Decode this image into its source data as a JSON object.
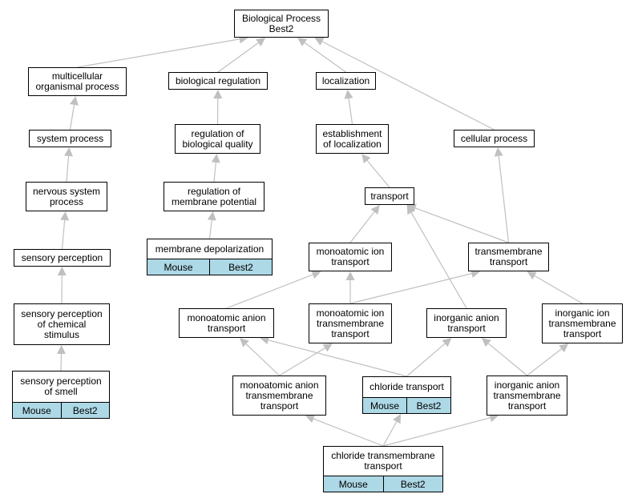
{
  "diagram": {
    "annotation_color": "#add8e6",
    "edge_color": "#c0c0c0",
    "nodes": [
      {
        "id": "root",
        "label": "Biological Process\nBest2"
      },
      {
        "id": "multicellular",
        "label": "multicellular\norganismal process"
      },
      {
        "id": "bioreg",
        "label": "biological regulation"
      },
      {
        "id": "localization",
        "label": "localization"
      },
      {
        "id": "system",
        "label": "system process"
      },
      {
        "id": "regbioqual",
        "label": "regulation of\nbiological quality"
      },
      {
        "id": "establoc",
        "label": "establishment\nof localization"
      },
      {
        "id": "cellular",
        "label": "cellular process"
      },
      {
        "id": "nervous",
        "label": "nervous system\nprocess"
      },
      {
        "id": "regmem",
        "label": "regulation of\nmembrane potential"
      },
      {
        "id": "transport",
        "label": "transport"
      },
      {
        "id": "memdepol",
        "label": "membrane depolarization",
        "annotations": [
          "Mouse",
          "Best2"
        ]
      },
      {
        "id": "sensory",
        "label": "sensory perception"
      },
      {
        "id": "monoion",
        "label": "monoatomic ion\ntransport"
      },
      {
        "id": "transmem",
        "label": "transmembrane\ntransport"
      },
      {
        "id": "sensorychem",
        "label": "sensory perception\nof chemical\nstimulus"
      },
      {
        "id": "monoanion",
        "label": "monoatomic anion\ntransport"
      },
      {
        "id": "monoiontm",
        "label": "monoatomic ion\ntransmembrane\ntransport"
      },
      {
        "id": "inorganion",
        "label": "inorganic anion\ntransport"
      },
      {
        "id": "inorgion",
        "label": "inorganic ion\ntransmembrane\ntransport"
      },
      {
        "id": "smell",
        "label": "sensory perception\nof smell",
        "annotations": [
          "Mouse",
          "Best2"
        ]
      },
      {
        "id": "monoaniontm",
        "label": "monoatomic anion\ntransmembrane\ntransport"
      },
      {
        "id": "chloride",
        "label": "chloride transport",
        "annotations": [
          "Mouse",
          "Best2"
        ]
      },
      {
        "id": "inorganiontm",
        "label": "inorganic anion\ntransmembrane\ntransport"
      },
      {
        "id": "chloridetm",
        "label": "chloride transmembrane\ntransport",
        "annotations": [
          "Mouse",
          "Best2"
        ]
      }
    ],
    "edges": [
      [
        "multicellular",
        "root"
      ],
      [
        "bioreg",
        "root"
      ],
      [
        "localization",
        "root"
      ],
      [
        "cellular",
        "root"
      ],
      [
        "system",
        "multicellular"
      ],
      [
        "regbioqual",
        "bioreg"
      ],
      [
        "establoc",
        "localization"
      ],
      [
        "nervous",
        "system"
      ],
      [
        "regmem",
        "regbioqual"
      ],
      [
        "transport",
        "establoc"
      ],
      [
        "sensory",
        "nervous"
      ],
      [
        "memdepol",
        "regmem"
      ],
      [
        "transmem",
        "cellular"
      ],
      [
        "monoion",
        "transport"
      ],
      [
        "transmem",
        "transport"
      ],
      [
        "inorganion",
        "transport"
      ],
      [
        "sensorychem",
        "sensory"
      ],
      [
        "smell",
        "sensorychem"
      ],
      [
        "monoanion",
        "monoion"
      ],
      [
        "monoiontm",
        "monoion"
      ],
      [
        "monoiontm",
        "transmem"
      ],
      [
        "inorgion",
        "transmem"
      ],
      [
        "monoaniontm",
        "monoanion"
      ],
      [
        "monoaniontm",
        "monoiontm"
      ],
      [
        "chloride",
        "monoanion"
      ],
      [
        "chloride",
        "inorganion"
      ],
      [
        "inorganiontm",
        "inorganion"
      ],
      [
        "inorganiontm",
        "inorgion"
      ],
      [
        "chloridetm",
        "monoaniontm"
      ],
      [
        "chloridetm",
        "chloride"
      ],
      [
        "chloridetm",
        "inorganiontm"
      ]
    ]
  }
}
